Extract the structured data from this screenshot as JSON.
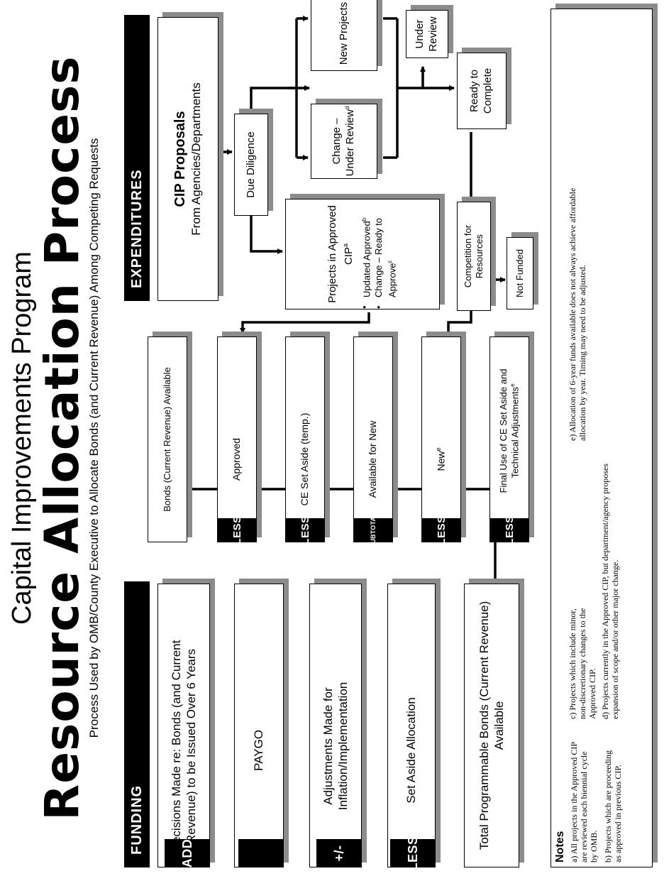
{
  "header": {
    "title": "Capital Improvements Program",
    "heading": "Resource Allocation Process",
    "subtitle": "Process Used by OMB/County Executive to Allocate Bonds (and Current Revenue) Among Competing Requests"
  },
  "funding": {
    "label": "FUNDING",
    "steps": [
      {
        "tag": "ADD",
        "text": "Decisions Made re: Bonds (and Current Revenue) to be Issued Over 6 Years"
      },
      {
        "tag": "",
        "text": "PAYGO"
      },
      {
        "tag": "+/-",
        "text": "Adjustments Made for Inflation/Implementation"
      },
      {
        "tag": "LESS",
        "text": "Set Aside Allocation"
      },
      {
        "tag": "",
        "text": "Total Programmable Bonds (Current Revenue) Available"
      }
    ]
  },
  "calc": {
    "available": "Bonds (Current Revenue) Available",
    "rows": [
      {
        "tag": "LESS",
        "text": "Approved"
      },
      {
        "tag": "LESS",
        "text": "CE Set Aside (temp.)"
      },
      {
        "tag": "SUBTOTAL",
        "text": "Available for New"
      },
      {
        "tag": "LESS",
        "text": "New",
        "sup": "e"
      },
      {
        "tag": "LESS",
        "text": "Final Use of CE Set Aside and Technical Adjustments",
        "sup": "e"
      }
    ]
  },
  "expenditures": {
    "label": "EXPENDITURES",
    "proposals_title": "CIP Proposals",
    "proposals_sub": "From Agencies/Departments",
    "due_diligence": "Due Diligence",
    "approved_title": "Projects in Approved CIP",
    "approved_sup": "a",
    "updated": "Updated Approved",
    "updated_sup": "b",
    "change_ready": "Change – Ready to Approve",
    "change_ready_sup": "c",
    "new_projects": "New Projects",
    "change_review": "Change – Under Review",
    "change_review_sup": "d",
    "under_review": "Under Review",
    "ready_complete": "Ready to Complete",
    "competition": "Competition for Resources",
    "not_funded": "Not Funded"
  },
  "notes": {
    "title": "Notes",
    "a": "a) All projects in the Approved CIP are reviewed each biennial cycle by OMB.",
    "b": "b) Projects which are proceeding as approved in previous CIP.",
    "c": "c) Projects which include minor, non-discretionary changes to the Approved CIP.",
    "d": "d) Projects currently in the Approved CIP, but department/agency proposes expansion of scope and/or other major change.",
    "e": "e) Allocation of 6-year funds available does not always achieve affordable allocation by year. Timing may need to be adjusted."
  },
  "colors": {
    "shadow": "#8c8c8c",
    "ink": "#000000"
  }
}
